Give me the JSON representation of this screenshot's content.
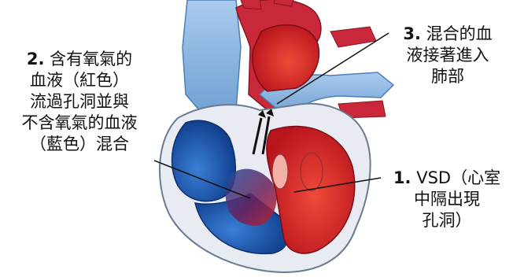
{
  "labels": {
    "mixing": {
      "number": "2.",
      "lines": [
        "含有氧氣的",
        "血液（紅色）",
        "流過孔洞並與",
        "不含氧氣的血液",
        "（藍色）混合"
      ]
    },
    "lungs": {
      "number": "3.",
      "lines": [
        "混合的血",
        "液接著進入",
        "肺部"
      ]
    },
    "vsd": {
      "number": "1.",
      "lines": [
        "VSD（心室",
        "中隔出現",
        "孔洞）"
      ]
    }
  },
  "colors": {
    "oxygenated": "#d8232a",
    "deoxygenated": "#1f5fb8",
    "vessel_light_blue": "#8fb8e0",
    "vessel_red": "#c8283a",
    "mixed": "#3a2a5a"
  }
}
